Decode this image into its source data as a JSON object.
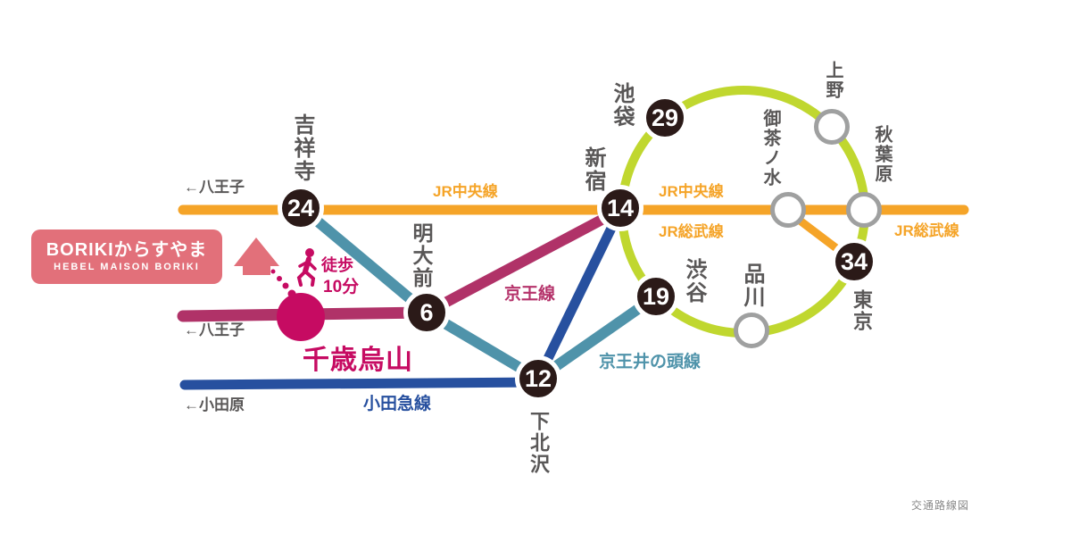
{
  "page": {
    "footer": "交通路線図"
  },
  "property_card": {
    "title": "BORIKIからすやま",
    "subtitle": "HEBEL MAISON BORIKI"
  },
  "walk_note": {
    "line1": "徒歩",
    "line2": "10分"
  },
  "highlight_station": {
    "name": "千歳烏山"
  },
  "directions": {
    "hachioji_chuo": "←八王子",
    "hachioji_keio": "←八王子",
    "odawara": "←小田原"
  },
  "line_labels": {
    "chuo_left": "JR中央線",
    "chuo_right": "JR中央線",
    "sobu_mid": "JR総武線",
    "sobu_right": "JR総武線",
    "keio": "京王線",
    "inokashira": "京王井の頭線",
    "odakyu": "小田急線"
  },
  "stations": {
    "kichijoji": {
      "name": "吉祥寺",
      "minutes": "24"
    },
    "meidaimae": {
      "name": "明大前",
      "minutes": "6"
    },
    "shinjuku": {
      "name": "新宿",
      "minutes": "14"
    },
    "ikebukuro": {
      "name": "池袋",
      "minutes": "29"
    },
    "shibuya": {
      "name": "渋谷",
      "minutes": "19"
    },
    "shimokitazawa": {
      "name": "下北沢",
      "minutes": "12"
    },
    "tokyo": {
      "name": "東京",
      "minutes": "34"
    },
    "ueno": {
      "name": "上野"
    },
    "ochanomizu": {
      "name": "御茶ノ水"
    },
    "akihabara": {
      "name": "秋葉原"
    },
    "shinagawa": {
      "name": "品川"
    }
  },
  "colors": {
    "jr_chuo_sobu": "#F5A428",
    "yamanote": "#C0D72F",
    "keio": "#B03268",
    "inokashira": "#4F93AA",
    "odakyu": "#27509F",
    "badge_fill": "#2B1A18",
    "highlight_pink": "#C60B62",
    "property_salmon": "#E2707A",
    "label_gray": "#595757"
  }
}
